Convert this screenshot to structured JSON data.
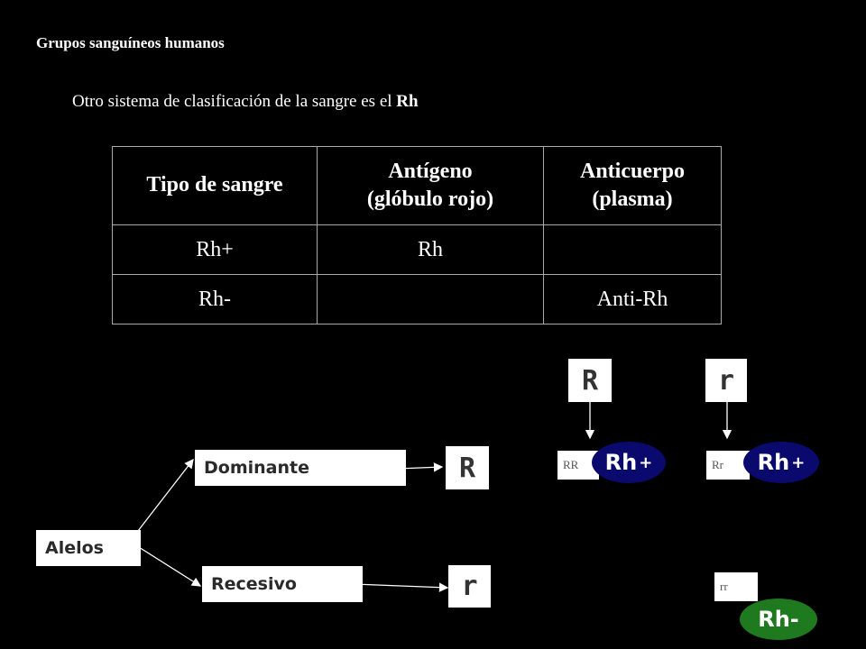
{
  "title": "Grupos sanguíneos humanos",
  "intro": {
    "text": "Otro sistema de clasificación de la sangre es el ",
    "bold": "Rh"
  },
  "table": {
    "headers": [
      "Tipo de sangre",
      "Antígeno\n(glóbulo rojo)",
      "Anticuerpo\n(plasma)"
    ],
    "rows": [
      [
        "Rh+",
        "Rh",
        ""
      ],
      [
        "Rh-",
        "",
        "Anti-Rh"
      ]
    ]
  },
  "alleles": {
    "root": "Alelos",
    "dominant": {
      "label": "Dominante",
      "symbol": "R"
    },
    "recessive": {
      "label": "Recesivo",
      "symbol": "r"
    }
  },
  "genotypes": {
    "top_R": "R",
    "top_r": "r",
    "RR": {
      "genotype": "RR",
      "phenotype": "Rh",
      "sign": "+"
    },
    "Rr": {
      "genotype": "Rr",
      "phenotype": "Rh",
      "sign": "+"
    },
    "rr": {
      "genotype": "rr",
      "phenotype": "Rh-"
    }
  },
  "colors": {
    "oval_positive": "#0a0a6e",
    "oval_negative": "#1f7a1f",
    "background": "#000000"
  }
}
